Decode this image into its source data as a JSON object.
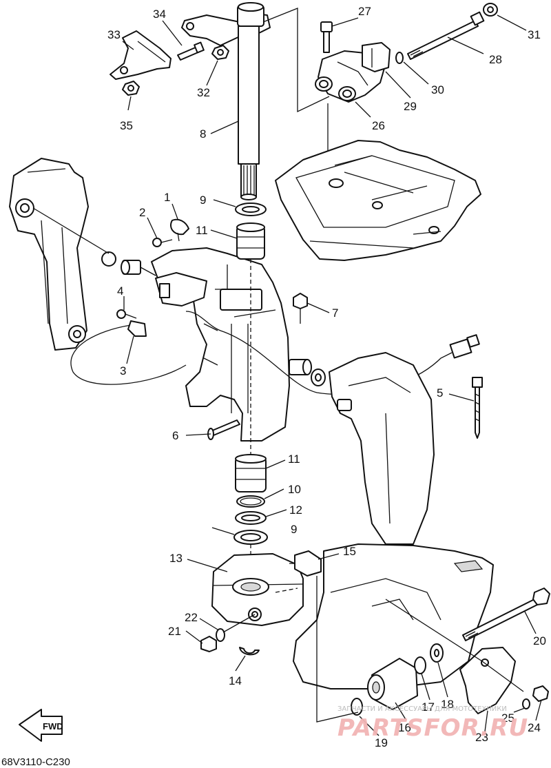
{
  "diagram": {
    "code": "68V3110-C230",
    "fwd_label": "FWD",
    "watermark": {
      "top_line": "ЗАПЧАСТИ И АКСЕССУАРЫ ДЛЯ МОТОТЕХНИКИ",
      "brand": "PARTSFOR.RU"
    },
    "callouts": [
      {
        "id": "c1",
        "number": "1"
      },
      {
        "id": "c2",
        "number": "2"
      },
      {
        "id": "c3",
        "number": "3"
      },
      {
        "id": "c4",
        "number": "4"
      },
      {
        "id": "c5",
        "number": "5"
      },
      {
        "id": "c6",
        "number": "6"
      },
      {
        "id": "c7",
        "number": "7"
      },
      {
        "id": "c8",
        "number": "8"
      },
      {
        "id": "c9a",
        "number": "9"
      },
      {
        "id": "c9b",
        "number": "9"
      },
      {
        "id": "c10",
        "number": "10"
      },
      {
        "id": "c11a",
        "number": "11"
      },
      {
        "id": "c11b",
        "number": "11"
      },
      {
        "id": "c12",
        "number": "12"
      },
      {
        "id": "c13",
        "number": "13"
      },
      {
        "id": "c14",
        "number": "14"
      },
      {
        "id": "c15",
        "number": "15"
      },
      {
        "id": "c16",
        "number": "16"
      },
      {
        "id": "c17",
        "number": "17"
      },
      {
        "id": "c18",
        "number": "18"
      },
      {
        "id": "c19",
        "number": "19"
      },
      {
        "id": "c20",
        "number": "20"
      },
      {
        "id": "c21",
        "number": "21"
      },
      {
        "id": "c22",
        "number": "22"
      },
      {
        "id": "c23",
        "number": "23"
      },
      {
        "id": "c24",
        "number": "24"
      },
      {
        "id": "c25",
        "number": "25"
      },
      {
        "id": "c26",
        "number": "26"
      },
      {
        "id": "c27",
        "number": "27"
      },
      {
        "id": "c28",
        "number": "28"
      },
      {
        "id": "c29",
        "number": "29"
      },
      {
        "id": "c30",
        "number": "30"
      },
      {
        "id": "c31",
        "number": "31"
      },
      {
        "id": "c32",
        "number": "32"
      },
      {
        "id": "c33",
        "number": "33"
      },
      {
        "id": "c34",
        "number": "34"
      },
      {
        "id": "c35",
        "number": "35"
      }
    ]
  }
}
